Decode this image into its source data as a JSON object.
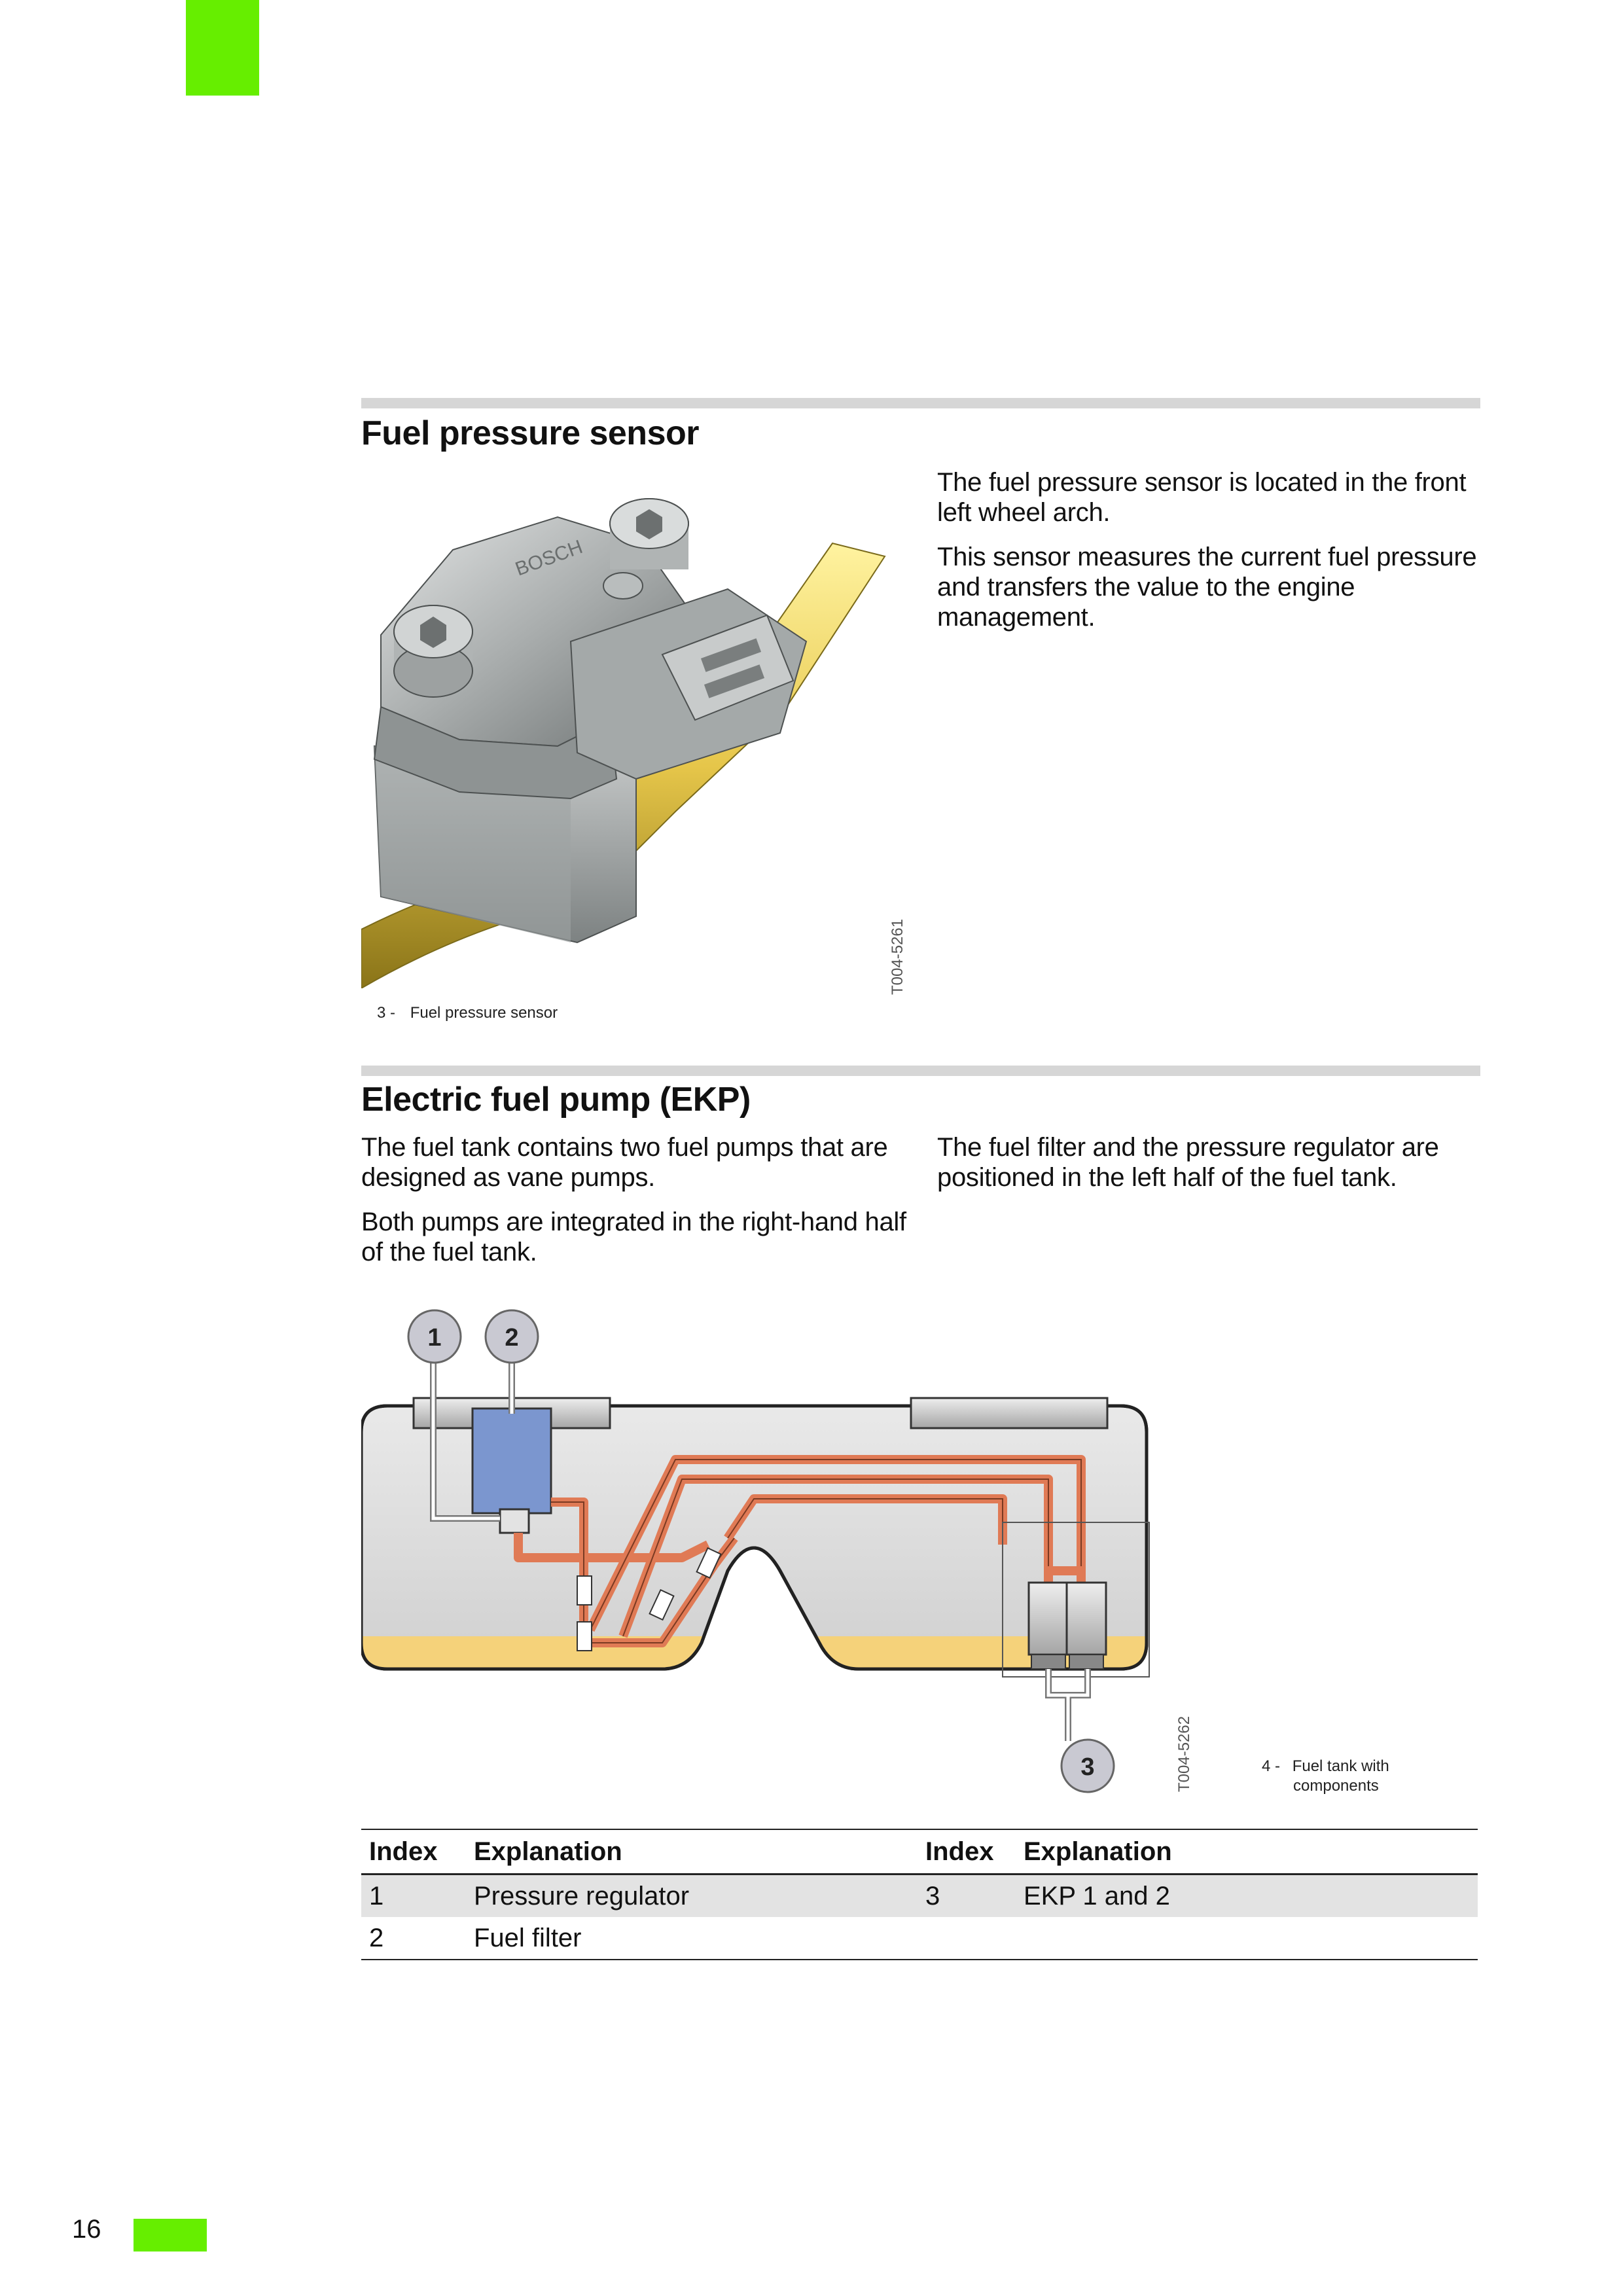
{
  "page_number": "16",
  "section1": {
    "title": "Fuel pressure sensor",
    "paragraphs": [
      "The fuel pressure sensor is located in the front left wheel arch.",
      "This sensor measures the current fuel pressure and transfers the value to the engine management."
    ],
    "figure": {
      "code": "T004-5261",
      "caption_number": "3 -",
      "caption_text": "Fuel pressure sensor",
      "brand_text": "BOSCH"
    }
  },
  "section2": {
    "title": "Electric fuel pump (EKP)",
    "paragraphs_left": [
      "The fuel tank contains two fuel pumps that are designed as vane pumps.",
      "Both pumps are integrated in the right-hand half of the fuel tank."
    ],
    "paragraphs_right": [
      "The fuel filter and the pressure regulator are positioned in the left half of the fuel tank."
    ],
    "figure": {
      "code": "T004-5262",
      "caption_number": "4 -",
      "caption_line1": "Fuel tank with",
      "caption_line2": "components",
      "callouts": [
        "1",
        "2",
        "3"
      ]
    }
  },
  "table": {
    "headers": [
      "Index",
      "Explanation",
      "Index",
      "Explanation"
    ],
    "rows": [
      [
        "1",
        "Pressure regulator",
        "3",
        "EKP 1 and 2"
      ],
      [
        "2",
        "Fuel filter",
        "",
        ""
      ]
    ]
  },
  "colors": {
    "accent_green": "#66ee00",
    "rule_gray": "#d6d6d6",
    "fuel_yellow": "#f5d27a",
    "fuel_line": "#e07a55",
    "filter_blue": "#7b96cf"
  }
}
